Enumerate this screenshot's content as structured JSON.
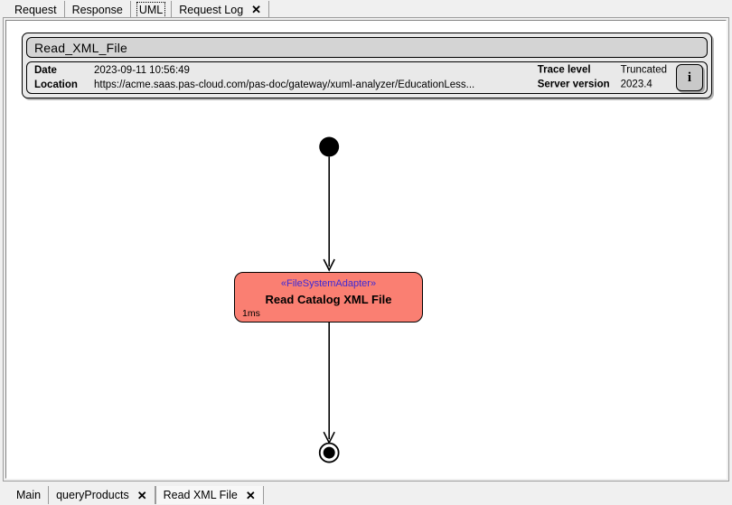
{
  "top_tabs": [
    {
      "label": "Request",
      "closable": false,
      "focused": false
    },
    {
      "label": "Response",
      "closable": false,
      "focused": false
    },
    {
      "label": "UML",
      "closable": false,
      "focused": true
    },
    {
      "label": "Request Log",
      "closable": true,
      "focused": false
    }
  ],
  "close_glyph": "✕",
  "diagram_header": {
    "title": "Read_XML_File",
    "date_label": "Date",
    "date_value": "2023-09-11 10:56:49",
    "location_label": "Location",
    "location_value": "https://acme.saas.pas-cloud.com/pas-doc/gateway/xuml-analyzer/EducationLess...",
    "trace_level_label": "Trace level",
    "trace_level_value": "Truncated",
    "server_version_label": "Server version",
    "server_version_value": "2023.4",
    "info_button_label": "i"
  },
  "uml": {
    "initial_node_name": "initial-node",
    "final_node_name": "final-node",
    "activity": {
      "stereotype": "«FileSystemAdapter»",
      "title": "Read Catalog XML File",
      "duration": "1ms",
      "fill_color": "#FA7F72",
      "border_color": "#000000",
      "stereotype_color": "#3D2AD6"
    },
    "edges": [
      {
        "from": "initial-node",
        "to": "activity"
      },
      {
        "from": "activity",
        "to": "final-node"
      }
    ]
  },
  "bottom_tabs": [
    {
      "label": "Main",
      "closable": false,
      "active": false
    },
    {
      "label": "queryProducts",
      "closable": true,
      "active": false
    },
    {
      "label": "Read XML File",
      "closable": true,
      "active": true
    }
  ]
}
